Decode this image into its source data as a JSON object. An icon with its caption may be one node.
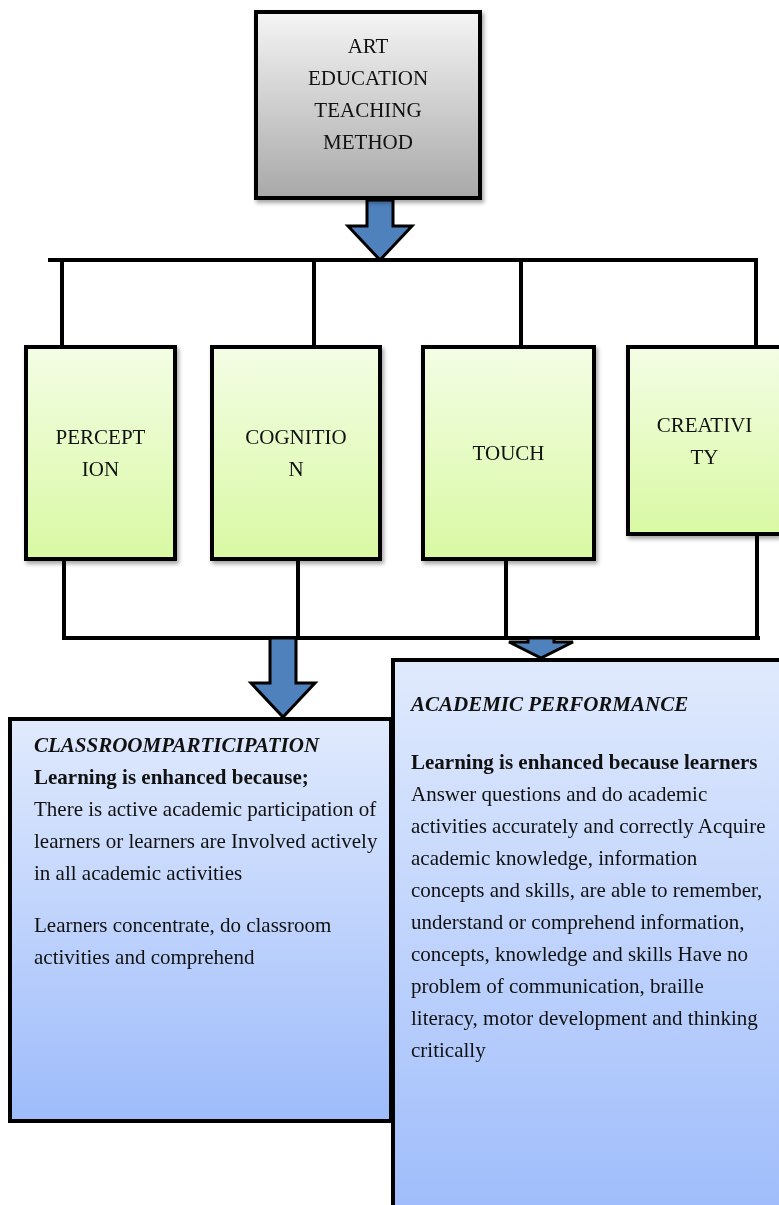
{
  "diagram": {
    "nodes": [
      {
        "text": [
          "ART EDUCATION TEACHING METHOD"
        ]
      },
      {
        "text": [
          "PERCEPTION"
        ]
      },
      {
        "text": [
          "COGNITION"
        ]
      },
      {
        "text": [
          "TOUCH"
        ]
      },
      {
        "text": [
          "CREATIVITY"
        ]
      },
      {
        "text": [
          "CLASSROOMPARTICIPATION",
          "Learning is enhanced because;",
          "There is active academic participation of learners or learners are Involved actively in all academic activities",
          "Learners concentrate, do classroom activities and comprehend"
        ]
      },
      {
        "text": [
          "ACADEMIC PERFORMANCE",
          "**Learning is enhanced because learners** Answer questions and do academic activities accurately and correctly Acquire academic knowledge, information concepts and skills, are able to remember, understand or comprehend information, concepts, knowledge and skills Have no problem of communication, braille literacy, motor development and thinking critically"
        ]
      }
    ],
    "edges": [
      {
        "from": 0,
        "to": null,
        "arrow": "to"
      },
      {
        "from": null,
        "to": 1,
        "arrow": "none"
      },
      {
        "from": null,
        "to": 2,
        "arrow": "none"
      },
      {
        "from": null,
        "to": 3,
        "arrow": "none"
      },
      {
        "from": null,
        "to": 4,
        "arrow": "none"
      },
      {
        "from": 1,
        "to": null,
        "arrow": "none"
      },
      {
        "from": 2,
        "to": null,
        "arrow": "none"
      },
      {
        "from": 3,
        "to": null,
        "arrow": "none"
      },
      {
        "from": 4,
        "to": null,
        "arrow": "none"
      },
      {
        "from": null,
        "to": 5,
        "arrow": "to"
      },
      {
        "from": null,
        "to": 6,
        "arrow": "to"
      }
    ]
  }
}
